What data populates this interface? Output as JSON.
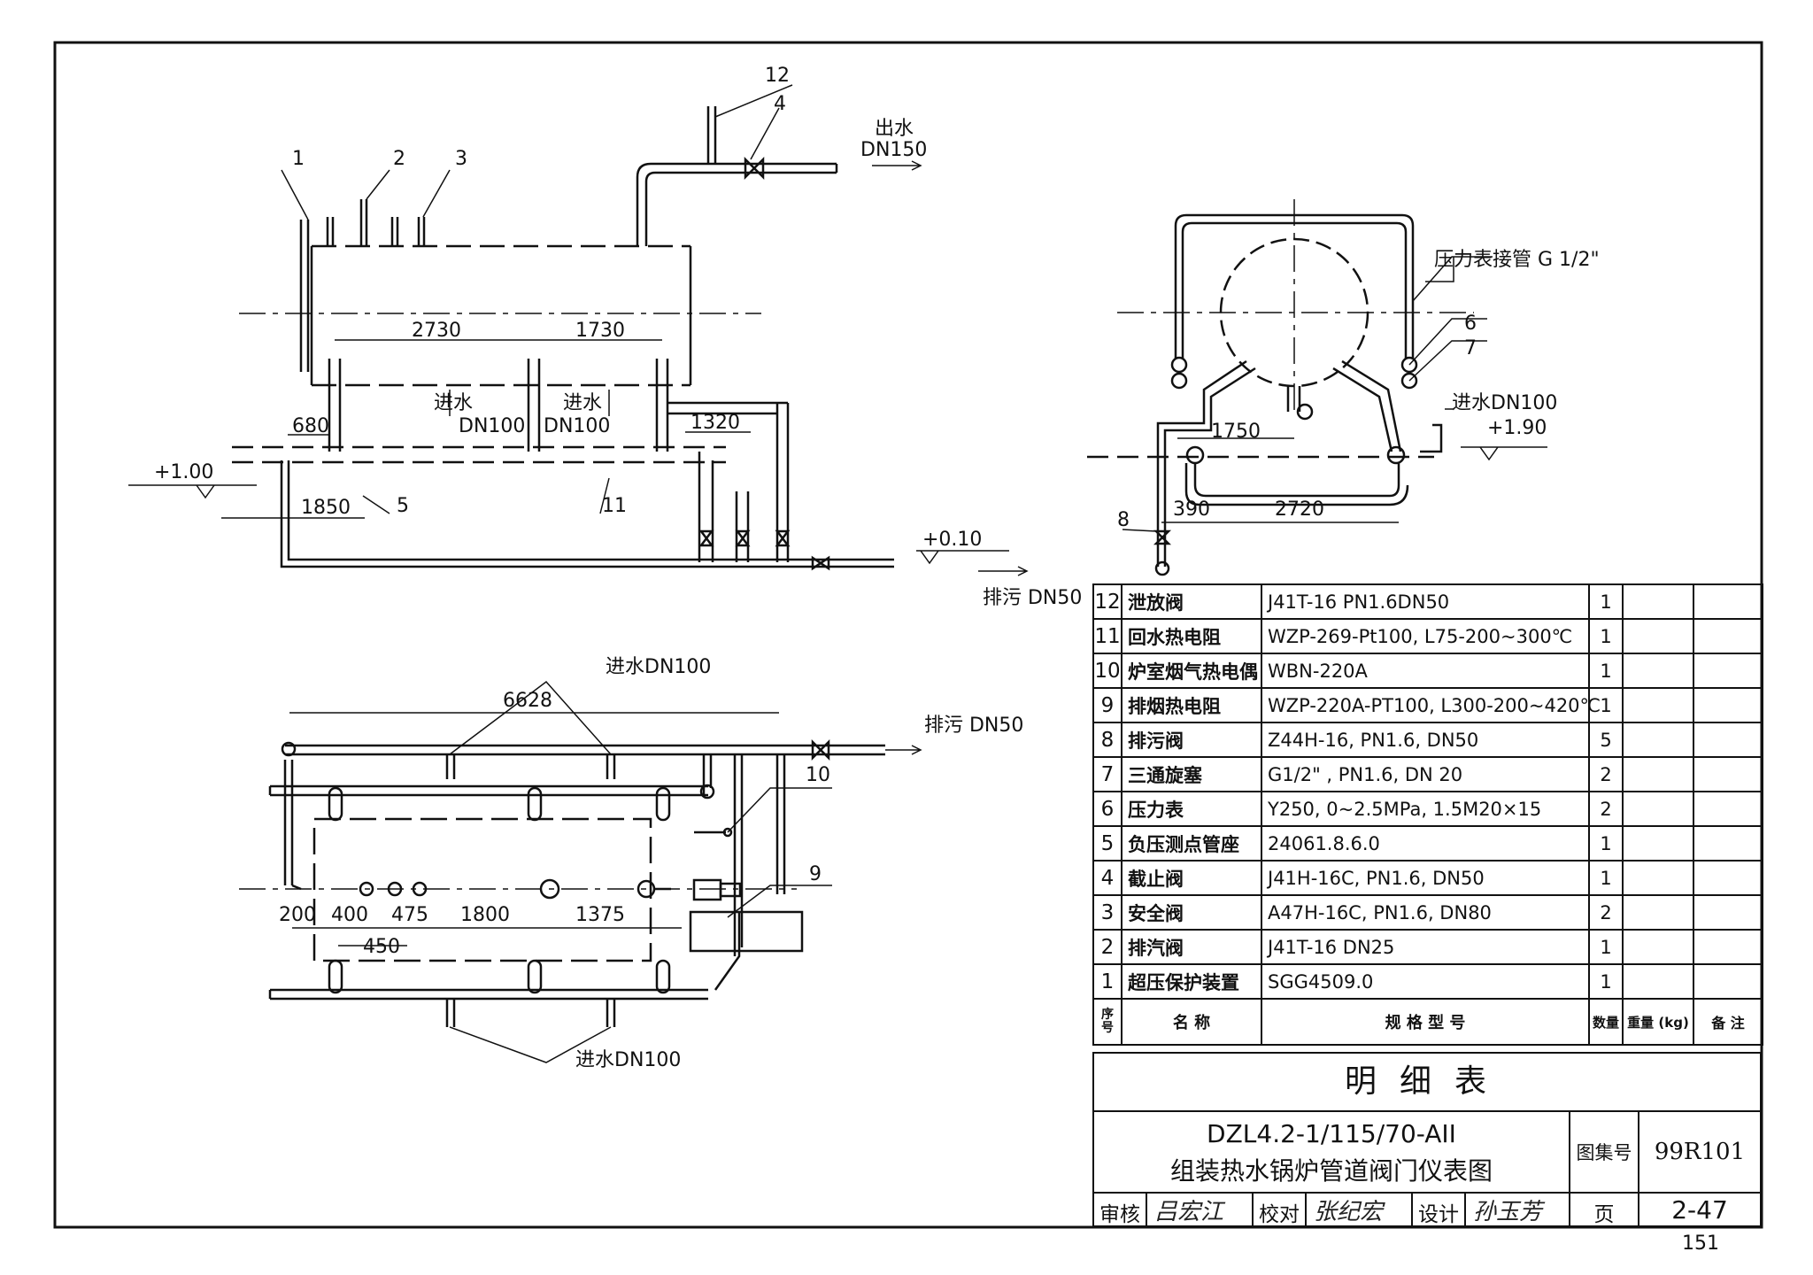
{
  "elevation": {
    "labels": {
      "outlet_water": "出水",
      "outlet_dn": "DN150",
      "inlet_water_1": "进水",
      "inlet_dn_1": "DN100",
      "inlet_water_2": "进水",
      "inlet_dn_2": "DN100",
      "drain": "排污 DN50",
      "level_1": "+1.00",
      "level_2": "+0.10"
    },
    "dims": [
      "2730",
      "1730",
      "680",
      "1320",
      "1850"
    ],
    "callouts": [
      "1",
      "2",
      "3",
      "4",
      "5",
      "11",
      "12"
    ]
  },
  "side_view": {
    "labels": {
      "pressure_pipe": "压力表接管 G 1/2\"",
      "inlet": "进水DN100",
      "level": "+1.90"
    },
    "dims": [
      "1750",
      "390",
      "2720"
    ],
    "callouts": [
      "6",
      "7",
      "8"
    ]
  },
  "plan": {
    "labels": {
      "inlet_top": "进水DN100",
      "drain": "排污 DN50",
      "inlet_bottom": "进水DN100"
    },
    "dims": [
      "6628",
      "200",
      "400",
      "475",
      "1800",
      "1375",
      "450"
    ],
    "callouts": [
      "10",
      "9"
    ]
  },
  "bom": {
    "rows": [
      {
        "no": "12",
        "name": "泄放阀",
        "spec": "J41T-16 PN1.6DN50",
        "qty": "1"
      },
      {
        "no": "11",
        "name": "回水热电阻",
        "spec": "WZP-269-Pt100, L75-200~300℃",
        "qty": "1"
      },
      {
        "no": "10",
        "name": "炉室烟气热电偶",
        "spec": "WBN-220A",
        "qty": "1"
      },
      {
        "no": "9",
        "name": "排烟热电阻",
        "spec": "WZP-220A-PT100, L300-200~420℃",
        "qty": "1"
      },
      {
        "no": "8",
        "name": "排污阀",
        "spec": "Z44H-16, PN1.6, DN50",
        "qty": "5"
      },
      {
        "no": "7",
        "name": "三通旋塞",
        "spec": "G1/2\" , PN1.6, DN 20",
        "qty": "2"
      },
      {
        "no": "6",
        "name": "压力表",
        "spec": "Y250, 0~2.5MPa, 1.5M20×15",
        "qty": "2"
      },
      {
        "no": "5",
        "name": "负压测点管座",
        "spec": "24061.8.6.0",
        "qty": "1"
      },
      {
        "no": "4",
        "name": "截止阀",
        "spec": "J41H-16C, PN1.6, DN50",
        "qty": "1"
      },
      {
        "no": "3",
        "name": "安全阀",
        "spec": "A47H-16C, PN1.6, DN80",
        "qty": "2"
      },
      {
        "no": "2",
        "name": "排汽阀",
        "spec": "J41T-16 DN25",
        "qty": "1"
      },
      {
        "no": "1",
        "name": "超压保护装置",
        "spec": "SGG4509.0",
        "qty": "1"
      }
    ],
    "header": {
      "no": "序号",
      "name": "名 称",
      "spec": "规 格 型 号",
      "qty": "数量",
      "weight": "重量 (kg)",
      "remark": "备 注"
    },
    "caption": "明细表"
  },
  "title_block": {
    "title_line1": "DZL4.2-1/115/70-AII",
    "title_line2": "组装热水锅炉管道阀门仪表图",
    "atlas_label": "图集号",
    "atlas_no": "99R101",
    "review_label": "审核",
    "check_label": "校对",
    "design_label": "设计",
    "page_label": "页",
    "page_no": "2-47",
    "sig_review": "吕宏江",
    "sig_check": "张纪宏",
    "sig_design": "孙玉芳"
  },
  "sheet_number": "151"
}
